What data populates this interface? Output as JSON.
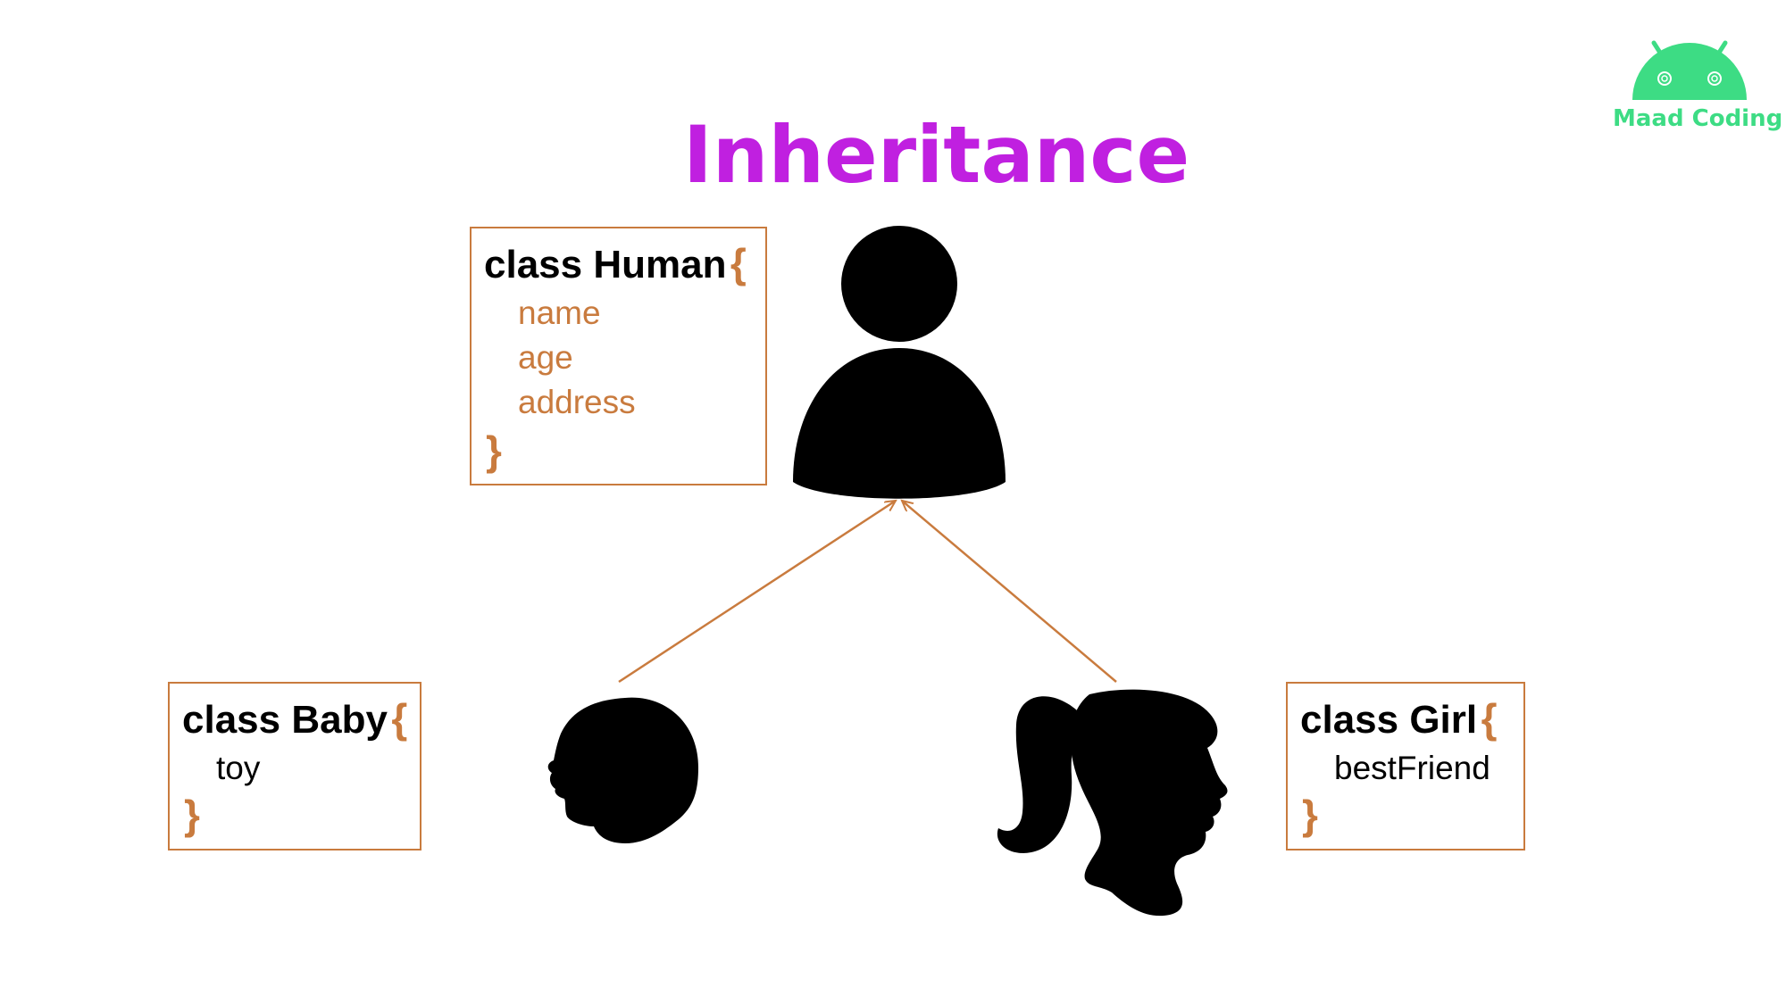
{
  "title": "Inheritance",
  "colors": {
    "title": "#C020E0",
    "accent": "#C97B3E",
    "silhouette": "#000000",
    "logo": "#3DDC84"
  },
  "logo": {
    "text": "Maad Coding",
    "icon": "android-robot-icon"
  },
  "classes": {
    "human": {
      "declaration": "class Human",
      "open_brace": "{",
      "close_brace": "}",
      "fields": [
        "name",
        "age",
        "address"
      ]
    },
    "baby": {
      "declaration": "class Baby",
      "open_brace": "{",
      "close_brace": "}",
      "fields": [
        "toy"
      ]
    },
    "girl": {
      "declaration": "class Girl",
      "open_brace": "{",
      "close_brace": "}",
      "fields": [
        "bestFriend"
      ]
    }
  },
  "figures": {
    "parent": "person-icon",
    "child_left": "baby-head-silhouette",
    "child_right": "girl-head-silhouette"
  },
  "relations": [
    {
      "from": "baby",
      "to": "human",
      "type": "inherits"
    },
    {
      "from": "girl",
      "to": "human",
      "type": "inherits"
    }
  ]
}
